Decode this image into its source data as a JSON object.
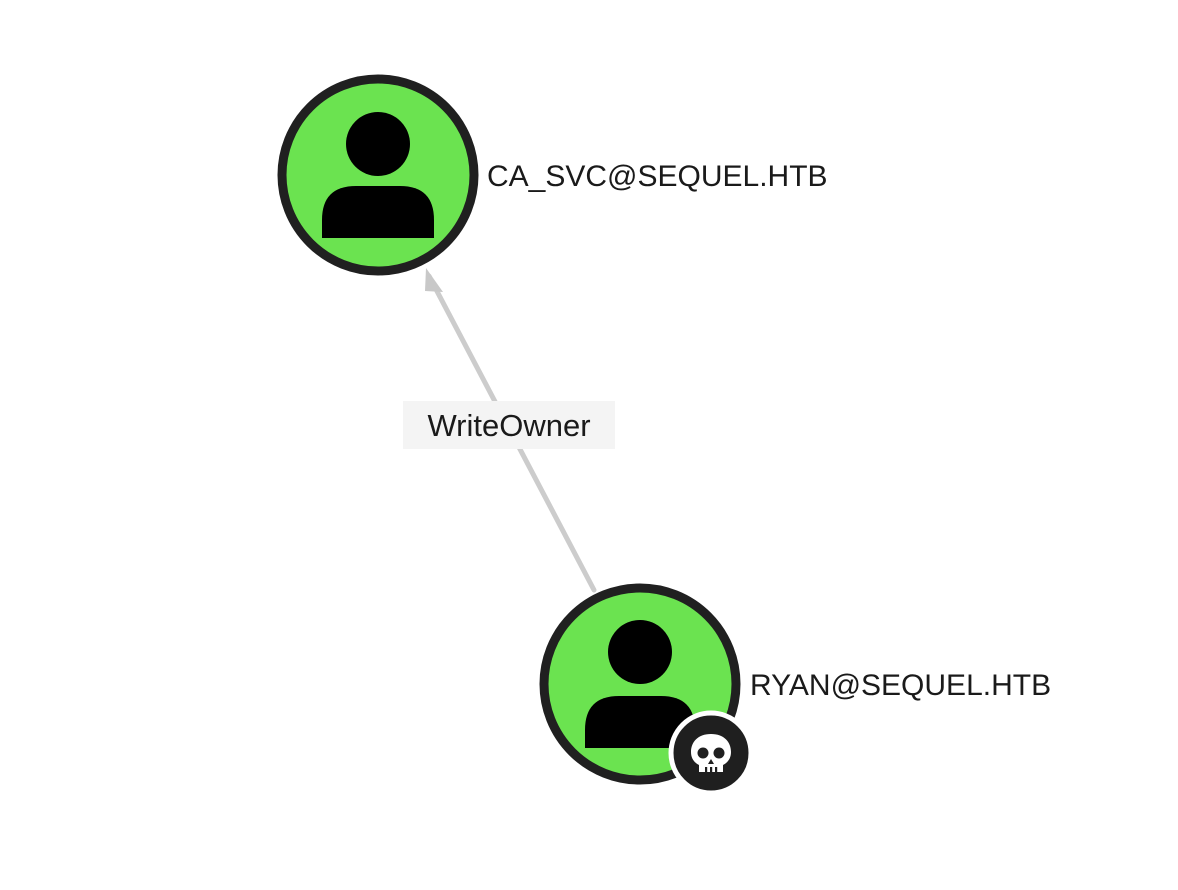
{
  "graph": {
    "nodes": [
      {
        "id": "ca_svc",
        "label": "CA_SVC@SEQUEL.HTB",
        "type": "user",
        "icon": "user-icon",
        "owned": false
      },
      {
        "id": "ryan",
        "label": "RYAN@SEQUEL.HTB",
        "type": "user",
        "icon": "user-icon",
        "owned": true,
        "badge_icon": "skull-icon"
      }
    ],
    "edges": [
      {
        "from": "ryan",
        "to": "ca_svc",
        "label": "WriteOwner"
      }
    ]
  },
  "colors": {
    "node_fill": "#6be350",
    "node_border": "#202020",
    "edge": "#cccccc",
    "edge_label_bg": "#f4f4f4",
    "badge_fill": "#1f1f1f",
    "badge_border": "#ffffff",
    "icon": "#000000"
  }
}
